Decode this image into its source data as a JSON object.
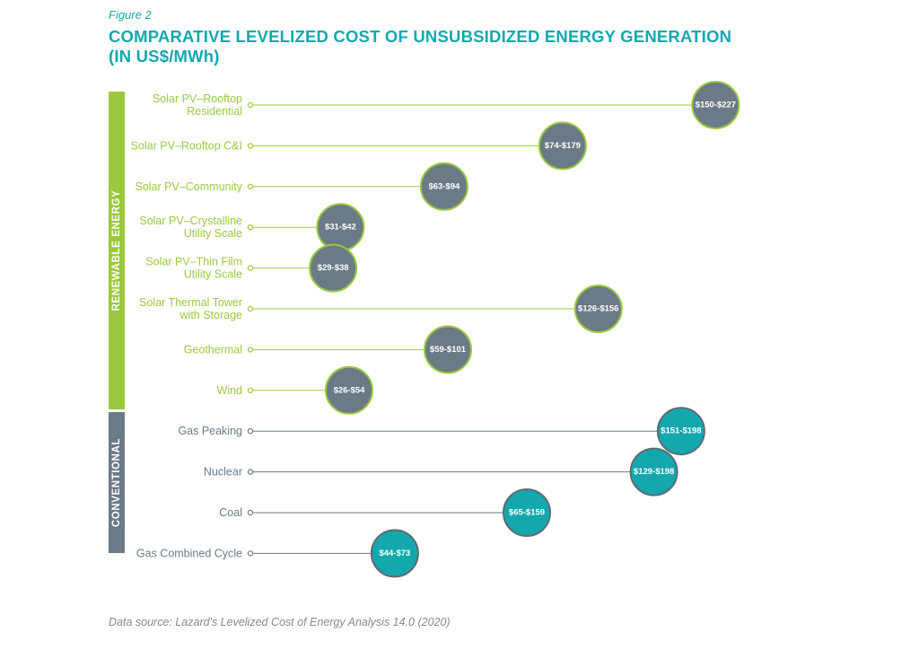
{
  "figure_label": "Figure 2",
  "title": "COMPARATIVE LEVELIZED COST OF UNSUBSIDIZED ENERGY GENERATION (IN US$/MWh)",
  "source": "Data source: Lazard's Levelized Cost of Energy Analysis 14.0 (2020)",
  "colors": {
    "renewable": "#9ac93f",
    "conventional": "#6b7a86",
    "bubble_renewable": "#6b7a86",
    "bubble_conventional": "#13a8ae"
  },
  "chart_data": {
    "type": "scatter",
    "title": "COMPARATIVE LEVELIZED COST OF UNSUBSIDIZED ENERGY GENERATION (IN US$/MWh)",
    "groups": [
      {
        "name": "RENEWABLE ENERGY",
        "count": 8
      },
      {
        "name": "CONVENTIONAL",
        "count": 4
      }
    ],
    "items": [
      {
        "group": "RENEWABLE ENERGY",
        "label": [
          "Solar PV–Rooftop",
          "Residential"
        ],
        "min": 150,
        "max": 227,
        "text": "$150-$227"
      },
      {
        "group": "RENEWABLE ENERGY",
        "label": [
          "Solar PV–Rooftop C&I"
        ],
        "min": 74,
        "max": 179,
        "text": "$74-$179"
      },
      {
        "group": "RENEWABLE ENERGY",
        "label": [
          "Solar PV–Community"
        ],
        "min": 63,
        "max": 94,
        "text": "$63-$94"
      },
      {
        "group": "RENEWABLE ENERGY",
        "label": [
          "Solar PV–Crystalline",
          "Utility Scale"
        ],
        "min": 31,
        "max": 42,
        "text": "$31-$42"
      },
      {
        "group": "RENEWABLE ENERGY",
        "label": [
          "Solar PV–Thin Film",
          "Utility Scale"
        ],
        "min": 29,
        "max": 38,
        "text": "$29-$38"
      },
      {
        "group": "RENEWABLE ENERGY",
        "label": [
          "Solar Thermal Tower",
          "with Storage"
        ],
        "min": 126,
        "max": 156,
        "text": "$126-$156"
      },
      {
        "group": "RENEWABLE ENERGY",
        "label": [
          "Geothermal"
        ],
        "min": 59,
        "max": 101,
        "text": "$59-$101"
      },
      {
        "group": "RENEWABLE ENERGY",
        "label": [
          "Wind"
        ],
        "min": 26,
        "max": 54,
        "text": "$26-$54"
      },
      {
        "group": "CONVENTIONAL",
        "label": [
          "Gas Peaking"
        ],
        "min": 151,
        "max": 198,
        "text": "$151-$198"
      },
      {
        "group": "CONVENTIONAL",
        "label": [
          "Nuclear"
        ],
        "min": 129,
        "max": 198,
        "text": "$129-$198"
      },
      {
        "group": "CONVENTIONAL",
        "label": [
          "Coal"
        ],
        "min": 65,
        "max": 159,
        "text": "$65-$159"
      },
      {
        "group": "CONVENTIONAL",
        "label": [
          "Gas Combined Cycle"
        ],
        "min": 44,
        "max": 73,
        "text": "$44-$73"
      }
    ]
  }
}
